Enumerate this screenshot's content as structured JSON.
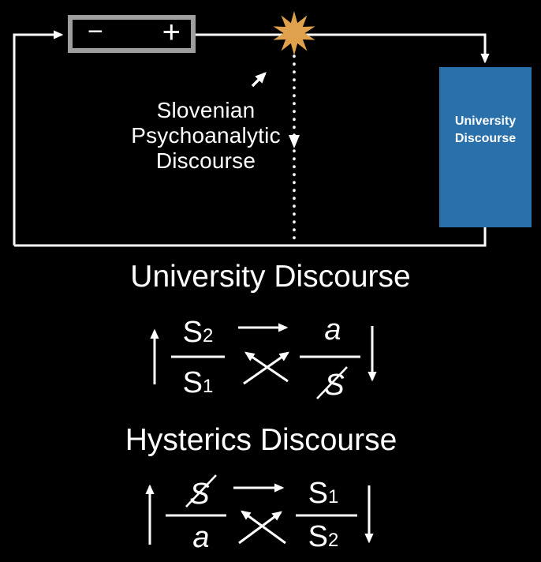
{
  "colors": {
    "background": "#000000",
    "wire": "#FFFFFF",
    "battery_border": "#9E9E9E",
    "spark": "#E0A14C",
    "university_box": "#2A70AB"
  },
  "top_diagram": {
    "battery": {
      "minus": "−",
      "plus": "+"
    },
    "pointer_label": {
      "line1": "Slovenian",
      "line2": "Psychoanalytic",
      "line3": "Discourse"
    },
    "university_box": {
      "line1": "University",
      "line2": "Discourse"
    }
  },
  "sections": [
    {
      "title": "University Discourse",
      "matheme": {
        "upper_left": {
          "base": "S",
          "sub": "2",
          "struck": false,
          "italic": false
        },
        "lower_left": {
          "base": "S",
          "sub": "1",
          "struck": false,
          "italic": false
        },
        "upper_right": {
          "base": "a",
          "sub": "",
          "struck": false,
          "italic": true
        },
        "lower_right": {
          "base": "S",
          "sub": "",
          "struck": true,
          "italic": true
        }
      }
    },
    {
      "title": "Hysterics Discourse",
      "matheme": {
        "upper_left": {
          "base": "S",
          "sub": "",
          "struck": true,
          "italic": true
        },
        "lower_left": {
          "base": "a",
          "sub": "",
          "struck": false,
          "italic": true
        },
        "upper_right": {
          "base": "S",
          "sub": "1",
          "struck": false,
          "italic": false
        },
        "lower_right": {
          "base": "S",
          "sub": "2",
          "struck": false,
          "italic": false
        }
      }
    }
  ]
}
